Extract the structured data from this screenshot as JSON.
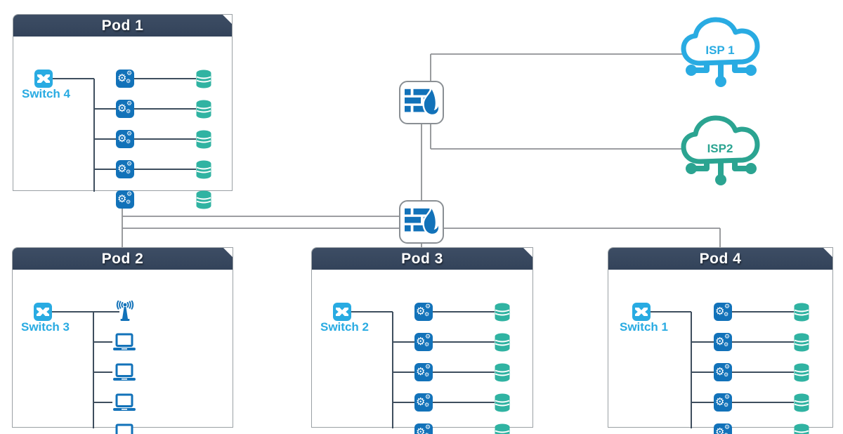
{
  "pods": [
    {
      "title": "Pod 1",
      "switch_label": "Switch 4",
      "row_type": "app-server-with-database",
      "rows": 5
    },
    {
      "title": "Pod 2",
      "switch_label": "Switch 3",
      "row_type": "wireless-ap-and-laptops",
      "rows": 5
    },
    {
      "title": "Pod 3",
      "switch_label": "Switch 2",
      "row_type": "app-server-with-database",
      "rows": 5
    },
    {
      "title": "Pod 4",
      "switch_label": "Switch 1",
      "row_type": "app-server-with-database",
      "rows": 5
    }
  ],
  "isps": [
    {
      "label": "ISP 1"
    },
    {
      "label": "ISP2"
    }
  ],
  "icons": {
    "switch": "x-switch-icon",
    "app_server": "gears-icon",
    "database": "database-cylinder-icon",
    "laptop": "laptop-icon",
    "access_point": "wireless-ap-icon",
    "firewall": "brick-wall-flame-icon",
    "isp": "cloud-network-icon"
  },
  "colors": {
    "pod_header": "#36465C",
    "switch_blue": "#29ABE2",
    "device_blue": "#1272B9",
    "database_teal": "#30B3A2",
    "isp1_blue": "#29ABE2",
    "isp2_teal": "#2BA491",
    "inner_line": "#3E4E5E",
    "outer_line": "#8F9194"
  }
}
